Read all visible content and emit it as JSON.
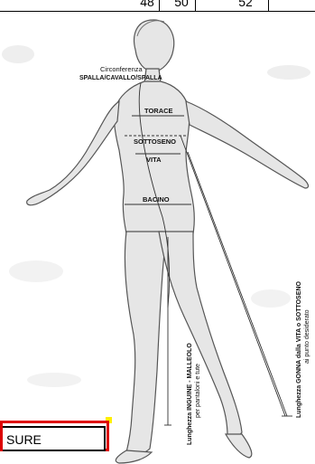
{
  "sizes": {
    "a": "48",
    "b": "50",
    "c": "52"
  },
  "labels": {
    "circonferenza": "Circonferenza",
    "spalla": "SPALLA/CAVALLO/SPALLA",
    "torace": "TORACE",
    "sottoseno": "SOTTOSENO",
    "vita": "VITA",
    "bacino": "BACINO",
    "inguine_line1": "Lunghezza INGUINE - MALLEOLO",
    "inguine_line2": "per pantaloni e tute",
    "gonna_line1": "Lunghezza GONNA dalla VITA o SOTTOSENO",
    "gonna_line2": "ai punto desiderato"
  },
  "misure": {
    "text": "SURE"
  }
}
